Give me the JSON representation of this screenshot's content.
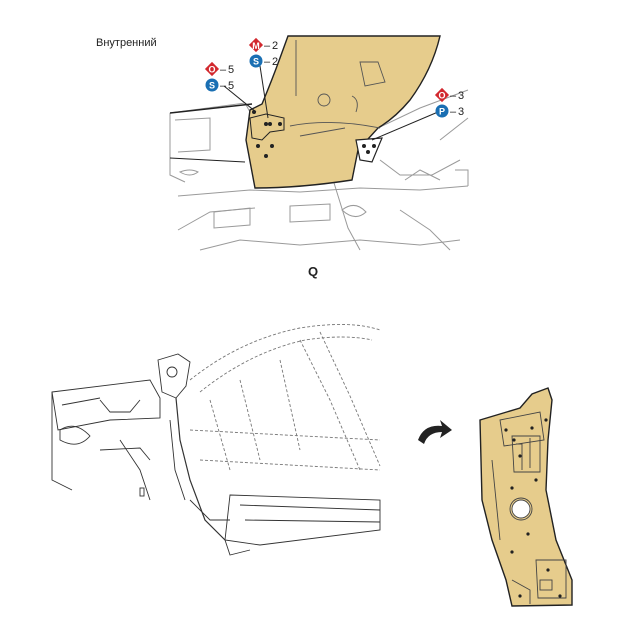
{
  "detail_view": {
    "side_label": "Внутренний",
    "view_letter": "Q",
    "callouts": [
      {
        "symbol": "M",
        "shape": "diamond",
        "color": "#d2282e",
        "value": "2"
      },
      {
        "symbol": "S",
        "shape": "circle",
        "color": "#1a6fb3",
        "value": "2"
      },
      {
        "symbol": "O",
        "shape": "diamond",
        "color": "#d2282e",
        "value": "5"
      },
      {
        "symbol": "S",
        "shape": "circle",
        "color": "#1a6fb3",
        "value": "5"
      },
      {
        "symbol": "O",
        "shape": "diamond",
        "color": "#d2282e",
        "value": "3"
      },
      {
        "symbol": "P",
        "shape": "circle",
        "color": "#1a6fb3",
        "value": "3"
      }
    ],
    "dash": "–"
  },
  "colors": {
    "panel_fill": "#e6cc8c",
    "line": "#333333",
    "light_line": "#9a9a9a",
    "diamond_red": "#d2282e",
    "circle_blue": "#1a6fb3"
  }
}
